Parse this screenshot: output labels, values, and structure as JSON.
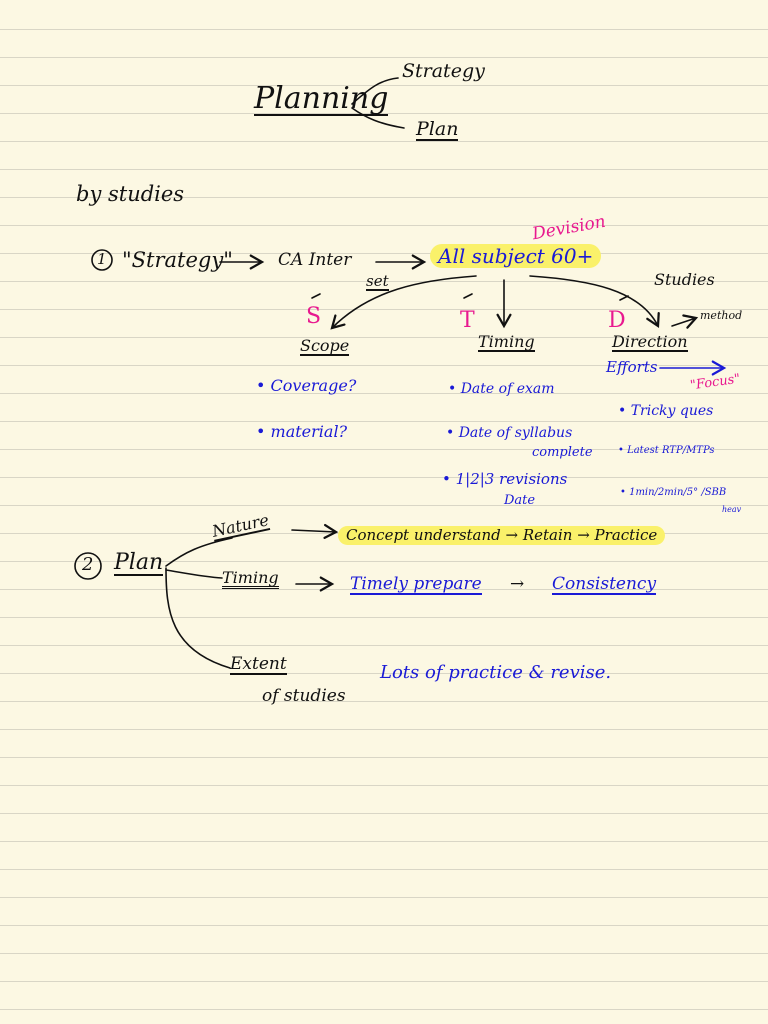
{
  "title": "Planning",
  "title_branches": [
    "Strategy",
    "Plan"
  ],
  "section_label": "by studies",
  "s1": {
    "number": "1",
    "label": "\"Strategy\"",
    "exam": "CA Inter",
    "target": "All subject 60+",
    "target_note": "Devision",
    "set_label": "set",
    "studies_note": "Studies",
    "method_note": "method",
    "columns": [
      {
        "letter": "S",
        "heading": "Scope",
        "items": [
          "• Coverage?",
          "• material?"
        ]
      },
      {
        "letter": "T",
        "heading": "Timing",
        "items": [
          "• Date of exam",
          "• Date of syllabus",
          "complete",
          "• 1|2|3 revisions",
          "Date"
        ]
      },
      {
        "letter": "D",
        "heading": "Direction",
        "items": [
          "Efforts",
          "• Tricky ques",
          "• Latest RTP/MTPs",
          "• 1min/2min/5° /SBB",
          "heav"
        ]
      }
    ],
    "focus_note": "\"Focus\""
  },
  "s2": {
    "number": "2",
    "label": "Plan",
    "nature": {
      "label": "Nature",
      "text": "Concept understand → Retain → Practice"
    },
    "timing": {
      "label": "Timing",
      "text1": "Timely prepare",
      "arrow": "→",
      "text2": "Consistency"
    },
    "extent": {
      "label1": "Extent",
      "label2": "of studies",
      "text": "Lots of practice & revise."
    }
  },
  "colors": {
    "paper": "#fcf8e3",
    "ink": "#111111",
    "blue": "#1a1ad6",
    "pink": "#e8198f",
    "highlight": "#faf16a"
  }
}
